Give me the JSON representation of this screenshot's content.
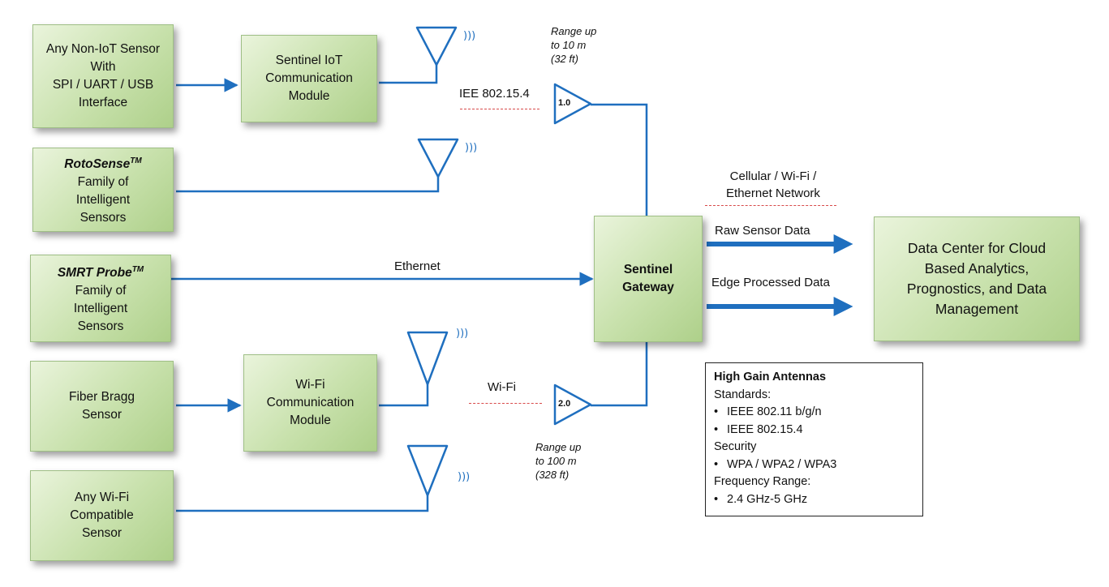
{
  "sources": {
    "non_iot_sensor": [
      "Any Non-IoT Sensor",
      "With",
      "SPI / UART / USB",
      "Interface"
    ],
    "fiber_bragg": [
      "Fiber Bragg",
      "Sensor"
    ],
    "wifi_sensor": [
      "Any Wi-Fi",
      "Compatible",
      "Sensor"
    ],
    "rotosense": {
      "name": "RotoSense",
      "tm": "TM",
      "lines": [
        "Family of",
        "Intelligent",
        "Sensors"
      ]
    },
    "smrt_probe": {
      "name": "SMRT Probe",
      "tm": "TM",
      "lines": [
        "Family of",
        "Intelligent",
        "Sensors"
      ]
    }
  },
  "modules": {
    "sentinel_iot": [
      "Sentinel IoT",
      "Communication",
      "Module"
    ],
    "wifi": [
      "Wi-Fi",
      "Communication",
      "Module"
    ]
  },
  "gateway": [
    "Sentinel",
    "Gateway"
  ],
  "datacenter": [
    "Data Center for Cloud",
    "Based Analytics,",
    "Prognostics, and Data",
    "Management"
  ],
  "labels": {
    "ieee": "IEE 802.15.4",
    "wifi": "Wi-Fi",
    "ethernet": "Ethernet",
    "network": [
      "Cellular / Wi-Fi /",
      "Ethernet Network"
    ],
    "raw": "Raw Sensor Data",
    "edge": "Edge Processed Data",
    "range_top": [
      "Range up",
      "to 10 m",
      "(32 ft)"
    ],
    "range_bottom": [
      "Range up",
      "to 100 m",
      "(328 ft)"
    ],
    "amp1": "1.0",
    "amp2": "2.0",
    "signal": ")))"
  },
  "legend": {
    "title": "High Gain Antennas",
    "standards_label": "Standards:",
    "standards": [
      "IEEE 802.11 b/g/n",
      "IEEE 802.15.4"
    ],
    "security_label": "Security",
    "security": [
      "WPA / WPA2 / WPA3"
    ],
    "frequency_label": "Frequency Range:",
    "frequency": [
      "2.4 GHz-5 GHz"
    ]
  },
  "colors": {
    "wire": "#1f6fbf",
    "box": "#c8e1ac",
    "dashed": "#d84a4a"
  }
}
